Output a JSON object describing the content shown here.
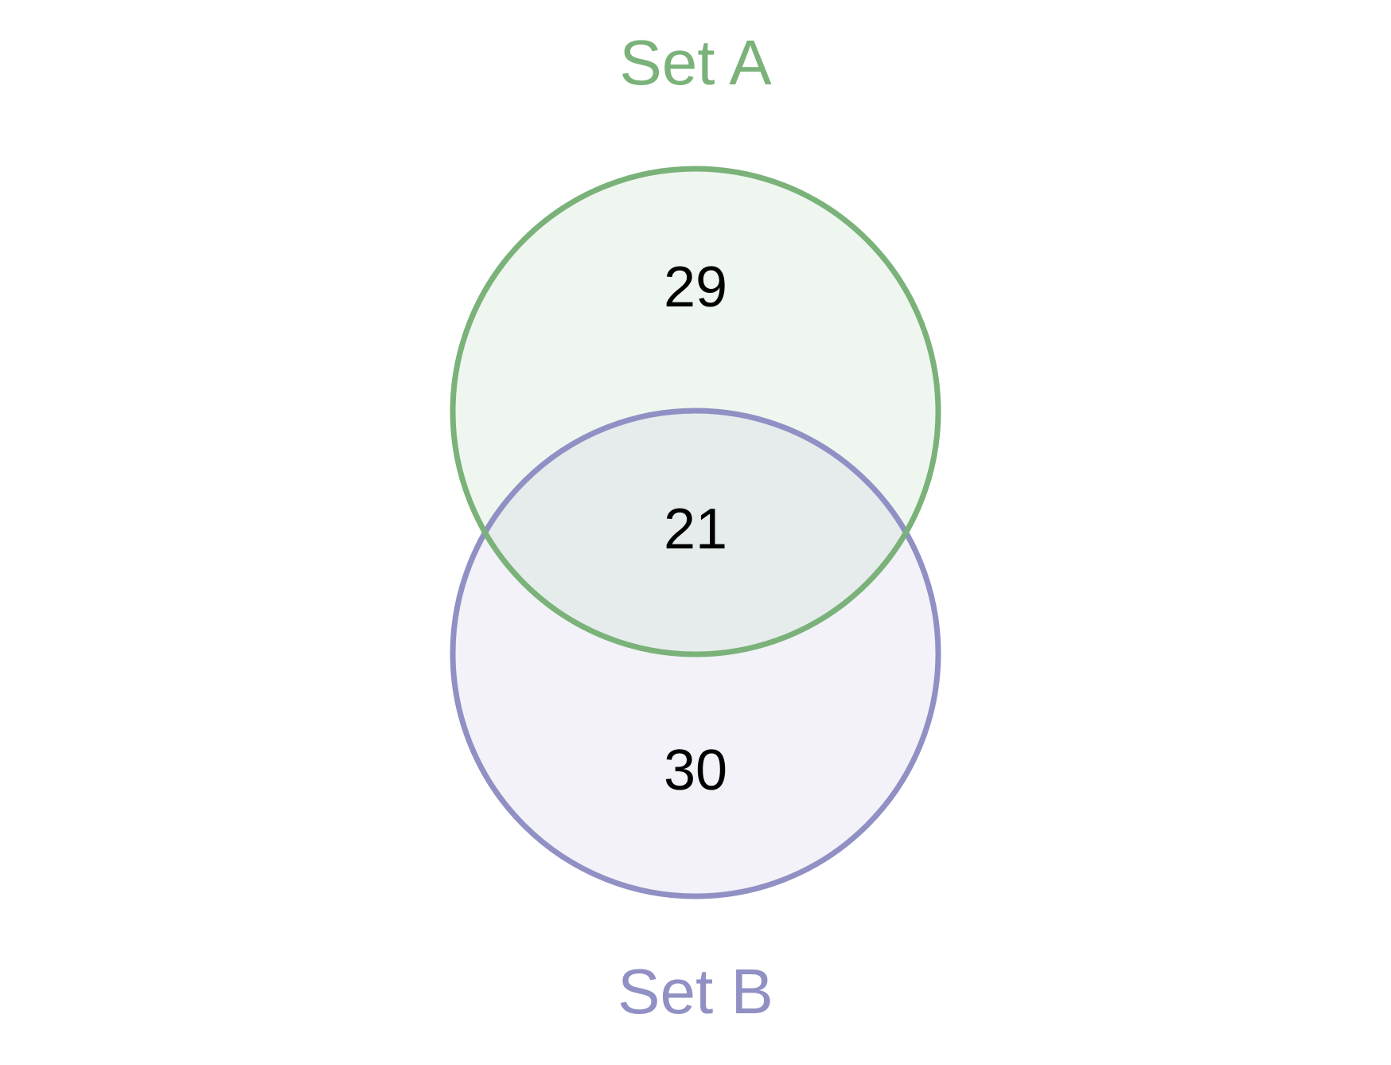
{
  "diagram": {
    "type": "venn",
    "sets": [
      {
        "label": "Set A",
        "color": "#7ab27a",
        "fill": "#eff6ef"
      },
      {
        "label": "Set B",
        "color": "#9090c4",
        "fill": "#f2f2f8"
      }
    ],
    "overlap_fill": "#e6ecec",
    "regions": {
      "a_only": "29",
      "a_and_b": "21",
      "b_only": "30"
    }
  }
}
